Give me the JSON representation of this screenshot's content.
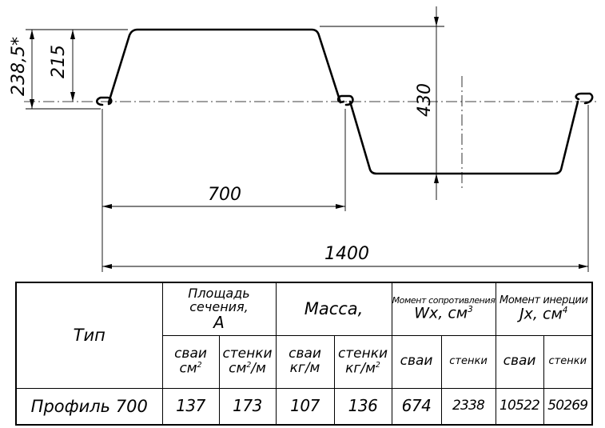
{
  "dimensions": {
    "height_total": "238,5*",
    "height_profile": "215",
    "height_wall": "430",
    "width_half": "700",
    "width_full": "1400"
  },
  "table": {
    "type_header": "Тип",
    "area_header_line1": "Площадь сечения,",
    "area_header_line2": "А",
    "mass_header": "Масса,",
    "moment_w_header_line1": "Момент сопротивления",
    "moment_w_header_line2": "Wx, см",
    "moment_w_exp": "3",
    "moment_j_header_line1": "Момент инерции",
    "moment_j_header_line2": "Jx, см",
    "moment_j_exp": "4",
    "sub_pile": "сваи",
    "sub_wall": "стенки",
    "unit_cm2": "см",
    "unit_cm2m": "см",
    "unit_cm2m_tail": "/м",
    "unit_kgm": "кг/м",
    "unit_kgm2": "кг/м",
    "exp_2": "2",
    "row": {
      "type": "Профиль 700",
      "area_pile": "137",
      "area_wall": "173",
      "mass_pile": "107",
      "mass_wall": "136",
      "w_pile": "674",
      "w_wall": "2338",
      "j_pile": "10522",
      "j_wall": "50269"
    }
  }
}
